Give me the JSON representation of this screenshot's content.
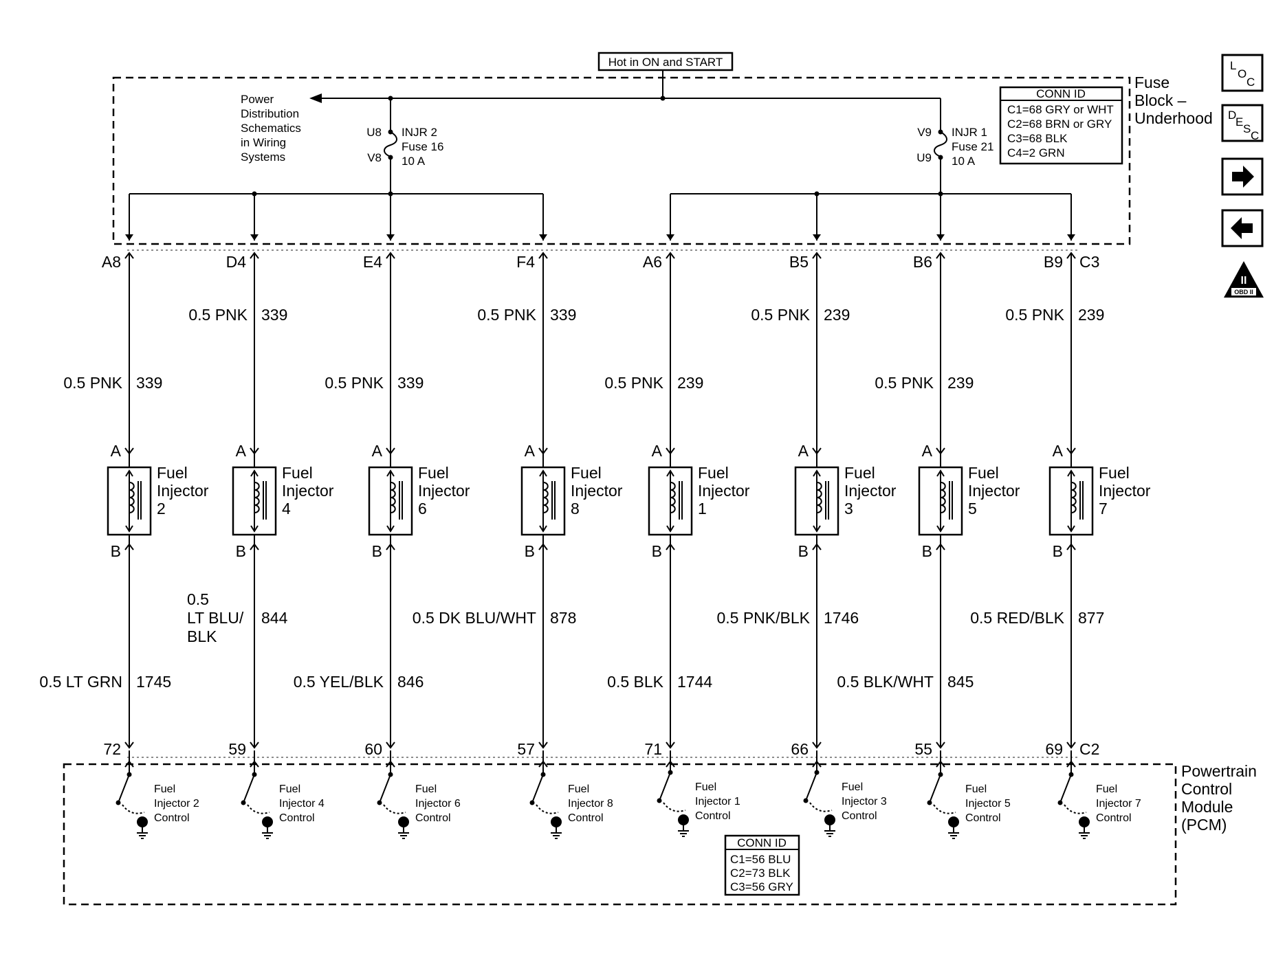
{
  "source": {
    "label": "Hot in ON and START"
  },
  "fuse_block": {
    "name_lines": [
      "Fuse",
      "Block –",
      "Underhood"
    ],
    "power_ref_lines": [
      "Power",
      "Distribution",
      "Schematics",
      "in Wiring",
      "Systems"
    ],
    "fuses": [
      {
        "top_pin": "U8",
        "bottom_pin": "V8",
        "lines": [
          "INJR 2",
          "Fuse 16",
          "10 A"
        ]
      },
      {
        "top_pin": "V9",
        "bottom_pin": "U9",
        "lines": [
          "INJR 1",
          "Fuse 21",
          "10 A"
        ]
      }
    ],
    "conn_id": {
      "title": "CONN ID",
      "rows": [
        "C1=68 GRY or WHT",
        "C2=68 BRN or GRY",
        "C3=68 BLK",
        "C4=2 GRN"
      ]
    },
    "connector_c3": "C3"
  },
  "pcm": {
    "name_lines": [
      "Powertrain",
      "Control",
      "Module",
      "(PCM)"
    ],
    "connector_c2": "C2",
    "conn_id": {
      "title": "CONN ID",
      "rows": [
        "C1=56 BLU",
        "C2=73 BLK",
        "C3=56 GRY"
      ]
    }
  },
  "circuits": [
    {
      "top_pin": "A8",
      "upper_wire": {
        "size_color": "",
        "circuit": ""
      },
      "wire": {
        "size_color": "0.5 PNK",
        "circuit": "339"
      },
      "pin_a": "A",
      "pin_b": "B",
      "injector_lines": [
        "Fuel",
        "Injector",
        "2"
      ],
      "low_wire_1": {
        "size_color": "",
        "circuit": ""
      },
      "low_wire_2": {
        "size_color": "0.5 LT GRN",
        "circuit": "1745"
      },
      "pcm_pin": "72",
      "driver_lines": [
        "Fuel",
        "Injector 2",
        "Control"
      ]
    },
    {
      "top_pin": "D4",
      "upper_wire": {
        "size_color": "0.5 PNK",
        "circuit": "339"
      },
      "wire": {
        "size_color": "",
        "circuit": ""
      },
      "pin_a": "A",
      "pin_b": "B",
      "injector_lines": [
        "Fuel",
        "Injector",
        "4"
      ],
      "low_wire_1": {
        "size_color_lines": [
          "0.5",
          "LT BLU/",
          "BLK"
        ],
        "circuit": "844"
      },
      "low_wire_2": {
        "size_color": "",
        "circuit": ""
      },
      "pcm_pin": "59",
      "driver_lines": [
        "Fuel",
        "Injector 4",
        "Control"
      ]
    },
    {
      "top_pin": "E4",
      "upper_wire": {
        "size_color": "",
        "circuit": ""
      },
      "wire": {
        "size_color": "0.5 PNK",
        "circuit": "339"
      },
      "pin_a": "A",
      "pin_b": "B",
      "injector_lines": [
        "Fuel",
        "Injector",
        "6"
      ],
      "low_wire_1": {
        "size_color": "",
        "circuit": ""
      },
      "low_wire_2": {
        "size_color": "0.5 YEL/BLK",
        "circuit": "846"
      },
      "pcm_pin": "60",
      "driver_lines": [
        "Fuel",
        "Injector 6",
        "Control"
      ]
    },
    {
      "top_pin": "F4",
      "upper_wire": {
        "size_color": "0.5 PNK",
        "circuit": "339"
      },
      "wire": {
        "size_color": "",
        "circuit": ""
      },
      "pin_a": "A",
      "pin_b": "B",
      "injector_lines": [
        "Fuel",
        "Injector",
        "8"
      ],
      "low_wire_1": {
        "size_color": "0.5 DK BLU/WHT",
        "circuit": "878"
      },
      "low_wire_2": {
        "size_color": "",
        "circuit": ""
      },
      "pcm_pin": "57",
      "driver_lines": [
        "Fuel",
        "Injector 8",
        "Control"
      ]
    },
    {
      "top_pin": "A6",
      "upper_wire": {
        "size_color": "",
        "circuit": ""
      },
      "wire": {
        "size_color": "0.5 PNK",
        "circuit": "239"
      },
      "pin_a": "A",
      "pin_b": "B",
      "injector_lines": [
        "Fuel",
        "Injector",
        "1"
      ],
      "low_wire_1": {
        "size_color": "",
        "circuit": ""
      },
      "low_wire_2": {
        "size_color": "0.5 BLK",
        "circuit": "1744"
      },
      "pcm_pin": "71",
      "driver_lines": [
        "Fuel",
        "Injector 1",
        "Control"
      ]
    },
    {
      "top_pin": "B5",
      "upper_wire": {
        "size_color": "0.5 PNK",
        "circuit": "239"
      },
      "wire": {
        "size_color": "",
        "circuit": ""
      },
      "pin_a": "A",
      "pin_b": "B",
      "injector_lines": [
        "Fuel",
        "Injector",
        "3"
      ],
      "low_wire_1": {
        "size_color": "0.5 PNK/BLK",
        "circuit": "1746"
      },
      "low_wire_2": {
        "size_color": "",
        "circuit": ""
      },
      "pcm_pin": "66",
      "driver_lines": [
        "Fuel",
        "Injector 3",
        "Control"
      ]
    },
    {
      "top_pin": "B6",
      "upper_wire": {
        "size_color": "",
        "circuit": ""
      },
      "wire": {
        "size_color": "0.5 PNK",
        "circuit": "239"
      },
      "pin_a": "A",
      "pin_b": "B",
      "injector_lines": [
        "Fuel",
        "Injector",
        "5"
      ],
      "low_wire_1": {
        "size_color": "",
        "circuit": ""
      },
      "low_wire_2": {
        "size_color": "0.5 BLK/WHT",
        "circuit": "845"
      },
      "pcm_pin": "55",
      "driver_lines": [
        "Fuel",
        "Injector 5",
        "Control"
      ]
    },
    {
      "top_pin": "B9",
      "upper_wire": {
        "size_color": "0.5 PNK",
        "circuit": "239"
      },
      "wire": {
        "size_color": "",
        "circuit": ""
      },
      "pin_a": "A",
      "pin_b": "B",
      "injector_lines": [
        "Fuel",
        "Injector",
        "7"
      ],
      "low_wire_1": {
        "size_color": "0.5 RED/BLK",
        "circuit": "877"
      },
      "low_wire_2": {
        "size_color": "",
        "circuit": ""
      },
      "pcm_pin": "69",
      "driver_lines": [
        "Fuel",
        "Injector 7",
        "Control"
      ]
    }
  ],
  "nav": {
    "loc": {
      "letters": [
        "L",
        "O",
        "C"
      ],
      "icon": "loc-icon"
    },
    "desc": {
      "letters": [
        "D",
        "E",
        "S",
        "C"
      ],
      "icon": "desc-icon"
    },
    "next": {
      "icon": "arrow-right-icon"
    },
    "prev": {
      "icon": "arrow-left-icon"
    },
    "obd": {
      "roman": "II",
      "label": "OBD II",
      "icon": "obd-ii-icon"
    }
  }
}
